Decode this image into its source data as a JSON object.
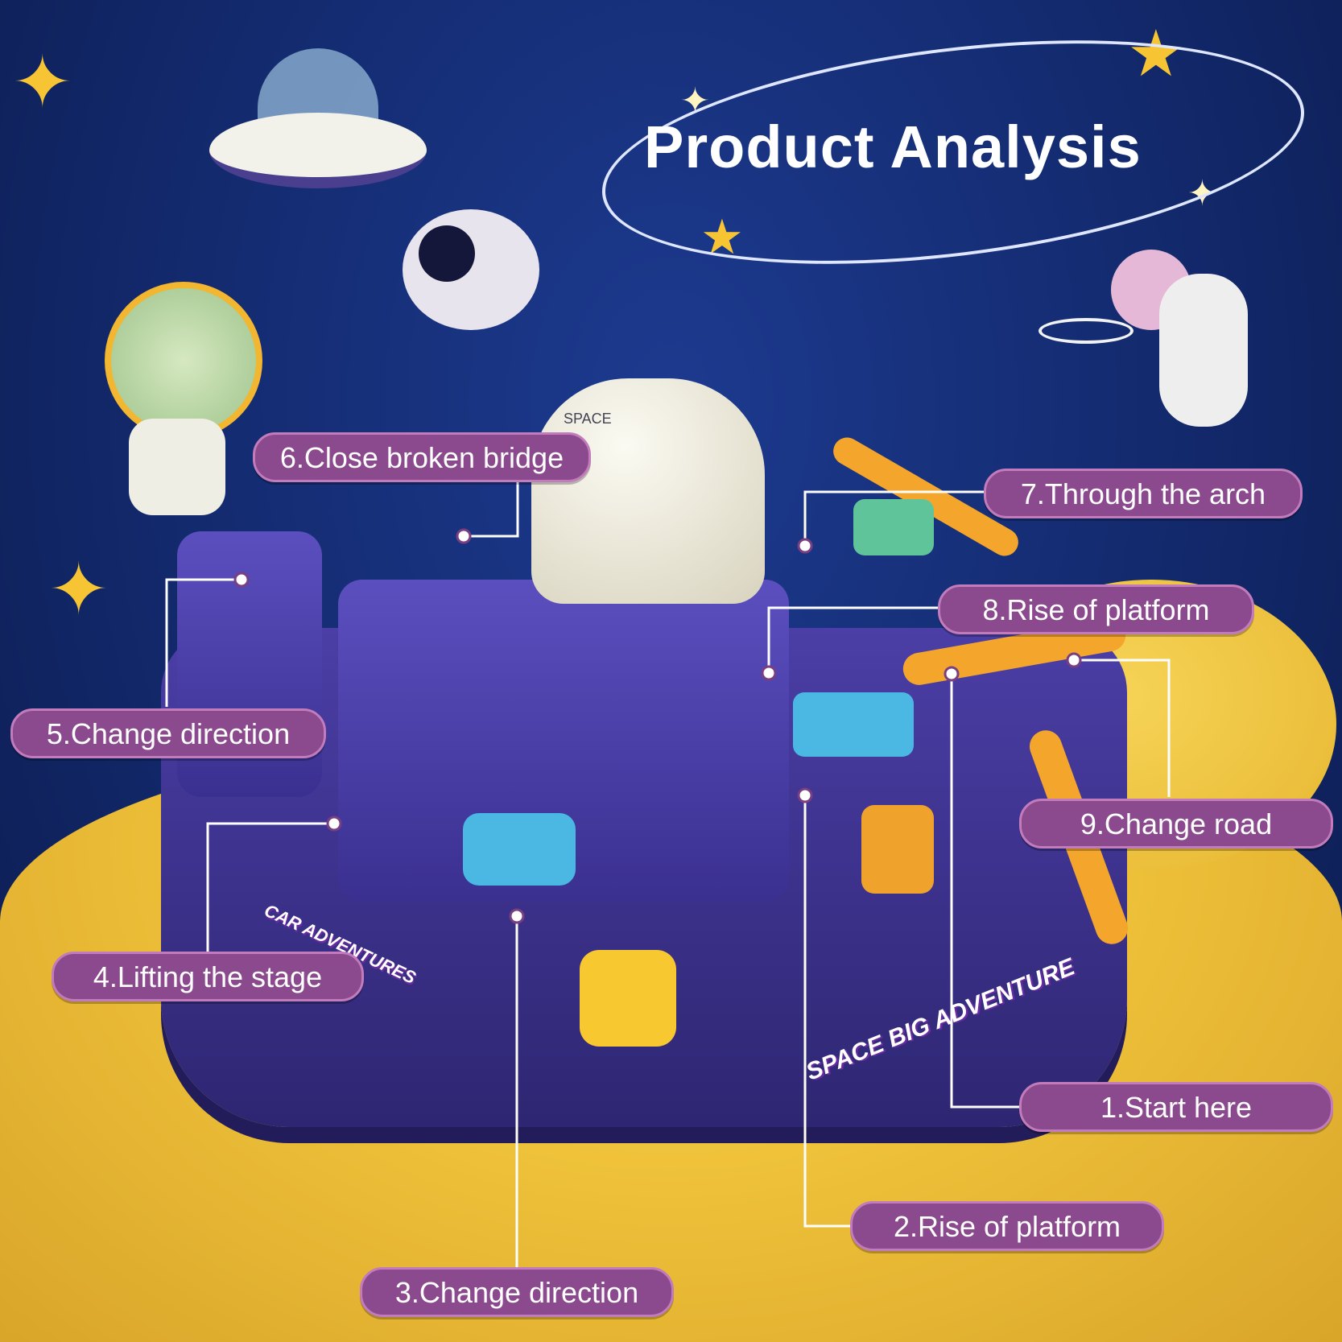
{
  "title": "Product Analysis",
  "product_text": {
    "front": "SPACE BIG ADVENTURE",
    "side": "CAR ADVENTURES",
    "station": "SPACE"
  },
  "labels": [
    {
      "text": "1.Start here"
    },
    {
      "text": "2.Rise of platform"
    },
    {
      "text": "3.Change direction"
    },
    {
      "text": "4.Lifting the stage"
    },
    {
      "text": "5.Change direction"
    },
    {
      "text": "6.Close broken bridge"
    },
    {
      "text": "7.Through the arch"
    },
    {
      "text": "8.Rise of platform"
    },
    {
      "text": "9.Change road"
    }
  ],
  "colors": {
    "label_bg": "#8b4a8e",
    "label_border": "#c27bbb",
    "sky": "#142c72",
    "planet": "#efc23a",
    "toy_base": "#3a3090"
  }
}
